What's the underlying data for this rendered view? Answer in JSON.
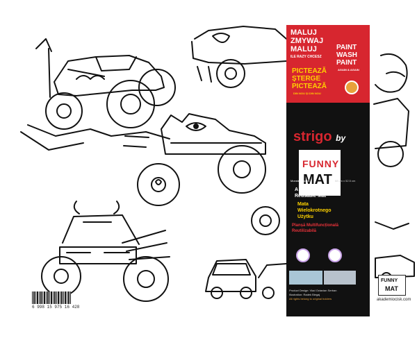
{
  "panel": {
    "ro_lines": [
      "MALUJ",
      "ZMYWAJ",
      "MALUJ"
    ],
    "ro_sub": "ILE RAZY CHCESZ",
    "en_lines": [
      "PAINT",
      "WASH",
      "PAINT"
    ],
    "en_sub": "AGAIN & AGAIN",
    "ro2_lines": [
      "PICTEAZĂ",
      "ȘTERGE",
      "PICTEAZĂ"
    ],
    "ro2_sub": "DIN NOU ȘI DIN NOU",
    "strigo": "strigo",
    "by": "by",
    "funny": "FUNNY",
    "mat": "MAT",
    "size": "68 cm x 52.5 cm",
    "title_small": "Monster Trucks",
    "en_desc": [
      "A Multipurpose",
      "Reusable Mat"
    ],
    "pl_desc": [
      "Mata",
      "Wielokrotnego",
      "Użytku"
    ],
    "ro_desc": [
      "Planșă Multifuncțională",
      "Reutilizabilă"
    ],
    "credits": [
      "Product Design: Vlad Octavian Serban",
      "Illustration: Radek Biegaj",
      "All rights belong to original holders"
    ]
  },
  "barcode": "6 998 15 975 16 428",
  "logo_br": {
    "funny": "FUNNY",
    "mat": "MAT"
  },
  "url": "akademiocisk.com",
  "colors": {
    "panel": "#111111",
    "accent": "#d7262f",
    "yellow": "#ffd200",
    "text_white": "#ffffff"
  }
}
